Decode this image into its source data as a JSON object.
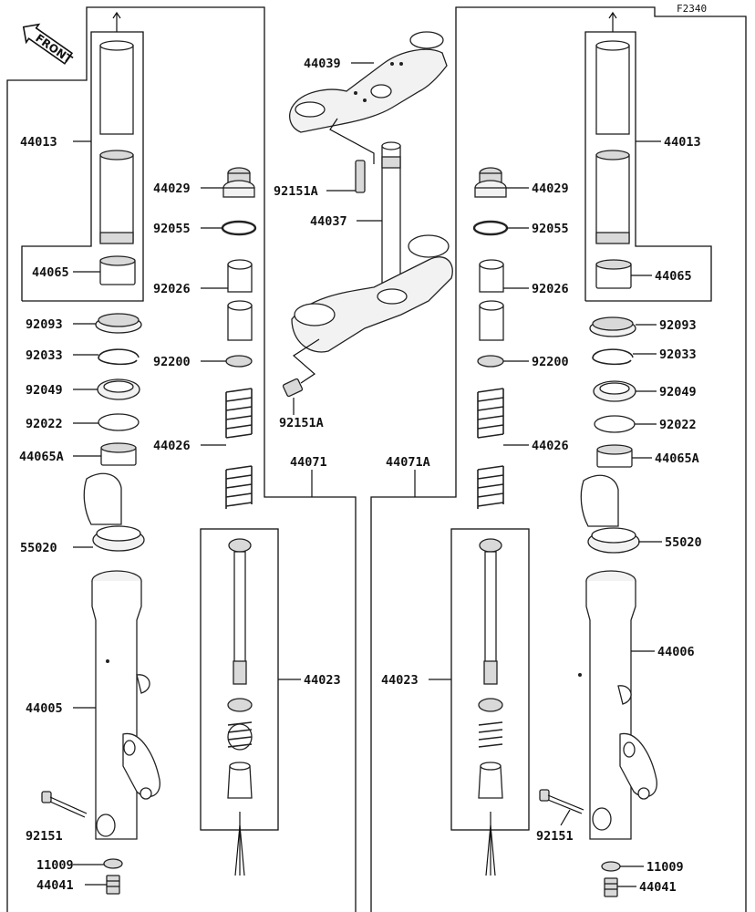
{
  "figure_code": "F2340",
  "front_label": "FRONT",
  "labels": {
    "l_44013": "44013",
    "l_44065": "44065",
    "l_92093": "92093",
    "l_92033": "92033",
    "l_92049": "92049",
    "l_92022": "92022",
    "l_44065A": "44065A",
    "l_55020": "55020",
    "l_44005": "44005",
    "l_92151": "92151",
    "l_11009": "11009",
    "l_44041": "44041",
    "c_44039": "44039",
    "c_92151A_top": "92151A",
    "c_44037": "44037",
    "c_92151A_bot": "92151A",
    "c_44029": "44029",
    "c_92055": "92055",
    "c_92026": "92026",
    "c_92200": "92200",
    "c_44026": "44026",
    "c_44071": "44071",
    "c_44023": "44023",
    "r_44029": "44029",
    "r_92055": "92055",
    "r_92026": "92026",
    "r_92200": "92200",
    "r_44026": "44026",
    "r_44071A": "44071A",
    "r_44023": "44023",
    "r_44013": "44013",
    "r_44065": "44065",
    "r_92093": "92093",
    "r_92033": "92033",
    "r_92049": "92049",
    "r_92022": "92022",
    "r_44065A": "44065A",
    "r_55020": "55020",
    "r_44006": "44006",
    "r_92151": "92151",
    "r_11009": "11009",
    "r_44041": "44041"
  }
}
